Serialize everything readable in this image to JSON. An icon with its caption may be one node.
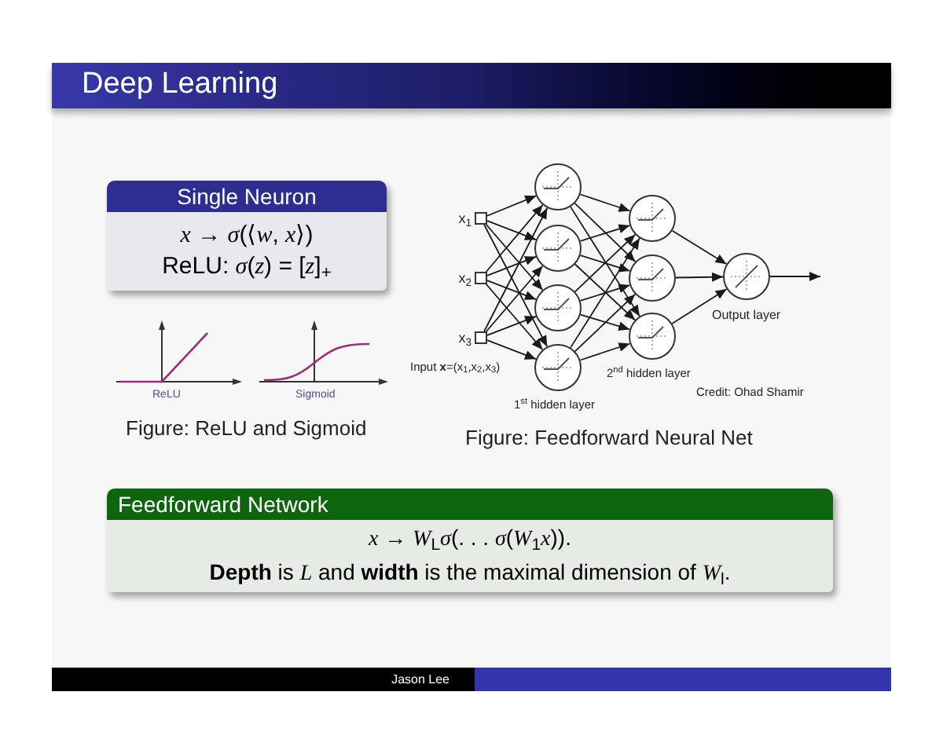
{
  "diagram": {
    "title": "Deep Learning",
    "nodes": [
      {
        "text": [
          "Single Neuron",
          "*x* → *σ*(⟨*w*, *x*⟩)",
          "ReLU: *σ*(*z*) = [*z*]$_{+}$"
        ]
      },
      {
        "text": [],
        "shape": "box",
        "beside": [
          "x$_{1}$"
        ]
      },
      {
        "text": [],
        "shape": "box",
        "beside": [
          "x$_{2}$"
        ]
      },
      {
        "text": [],
        "shape": "box",
        "beside": [
          "x$_{3}$"
        ]
      },
      {
        "text": [],
        "shape": "circle"
      },
      {
        "text": [],
        "shape": "circle"
      },
      {
        "text": [],
        "shape": "circle"
      },
      {
        "text": [],
        "shape": "circle"
      },
      {
        "text": [],
        "shape": "circle"
      },
      {
        "text": [],
        "shape": "circle"
      },
      {
        "text": [],
        "shape": "circle"
      },
      {
        "text": [],
        "shape": "circle",
        "beside": [
          "Output layer"
        ]
      },
      {
        "text": [
          "Feedforward Network",
          "*x* → *W*$_{L}$*σ*(. . . *σ*(*W*$_{1}$*x*)).",
          "**Depth** is *L* and **width** is the maximal dimension of *W*$_{l}$."
        ]
      }
    ],
    "edges": [
      {
        "from": 1,
        "to": 4,
        "arrow": "to"
      },
      {
        "from": 1,
        "to": 5,
        "arrow": "to"
      },
      {
        "from": 1,
        "to": 6,
        "arrow": "to"
      },
      {
        "from": 1,
        "to": 7,
        "arrow": "to"
      },
      {
        "from": 2,
        "to": 4,
        "arrow": "to"
      },
      {
        "from": 2,
        "to": 5,
        "arrow": "to"
      },
      {
        "from": 2,
        "to": 6,
        "arrow": "to"
      },
      {
        "from": 2,
        "to": 7,
        "arrow": "to"
      },
      {
        "from": 3,
        "to": 4,
        "arrow": "to"
      },
      {
        "from": 3,
        "to": 5,
        "arrow": "to"
      },
      {
        "from": 3,
        "to": 6,
        "arrow": "to"
      },
      {
        "from": 3,
        "to": 7,
        "arrow": "to"
      },
      {
        "from": 4,
        "to": 8,
        "arrow": "to"
      },
      {
        "from": 4,
        "to": 9,
        "arrow": "to"
      },
      {
        "from": 4,
        "to": 10,
        "arrow": "to"
      },
      {
        "from": 5,
        "to": 8,
        "arrow": "to"
      },
      {
        "from": 5,
        "to": 9,
        "arrow": "to"
      },
      {
        "from": 5,
        "to": 10,
        "arrow": "to"
      },
      {
        "from": 6,
        "to": 8,
        "arrow": "to"
      },
      {
        "from": 6,
        "to": 9,
        "arrow": "to"
      },
      {
        "from": 6,
        "to": 10,
        "arrow": "to"
      },
      {
        "from": 7,
        "to": 8,
        "arrow": "to"
      },
      {
        "from": 7,
        "to": 9,
        "arrow": "to"
      },
      {
        "from": 7,
        "to": 10,
        "arrow": "to"
      },
      {
        "from": 8,
        "to": 11,
        "arrow": "to"
      },
      {
        "from": 9,
        "to": 11,
        "arrow": "to"
      },
      {
        "from": 10,
        "to": 11,
        "arrow": "to"
      },
      {
        "from": 11,
        "to": null,
        "arrow": "to"
      }
    ],
    "labels": [
      "ReLU",
      "Sigmoid",
      "Figure: ReLU and Sigmoid",
      "Input **x**=(x$_{1}$,x$_{2}$,x$_{3}$)",
      "1$^{st}$ hidden layer",
      "2$^{nd}$ hidden layer",
      "Credit: Ohad Shamir",
      "Figure: Feedforward Neural Net",
      "Jason Lee"
    ]
  }
}
